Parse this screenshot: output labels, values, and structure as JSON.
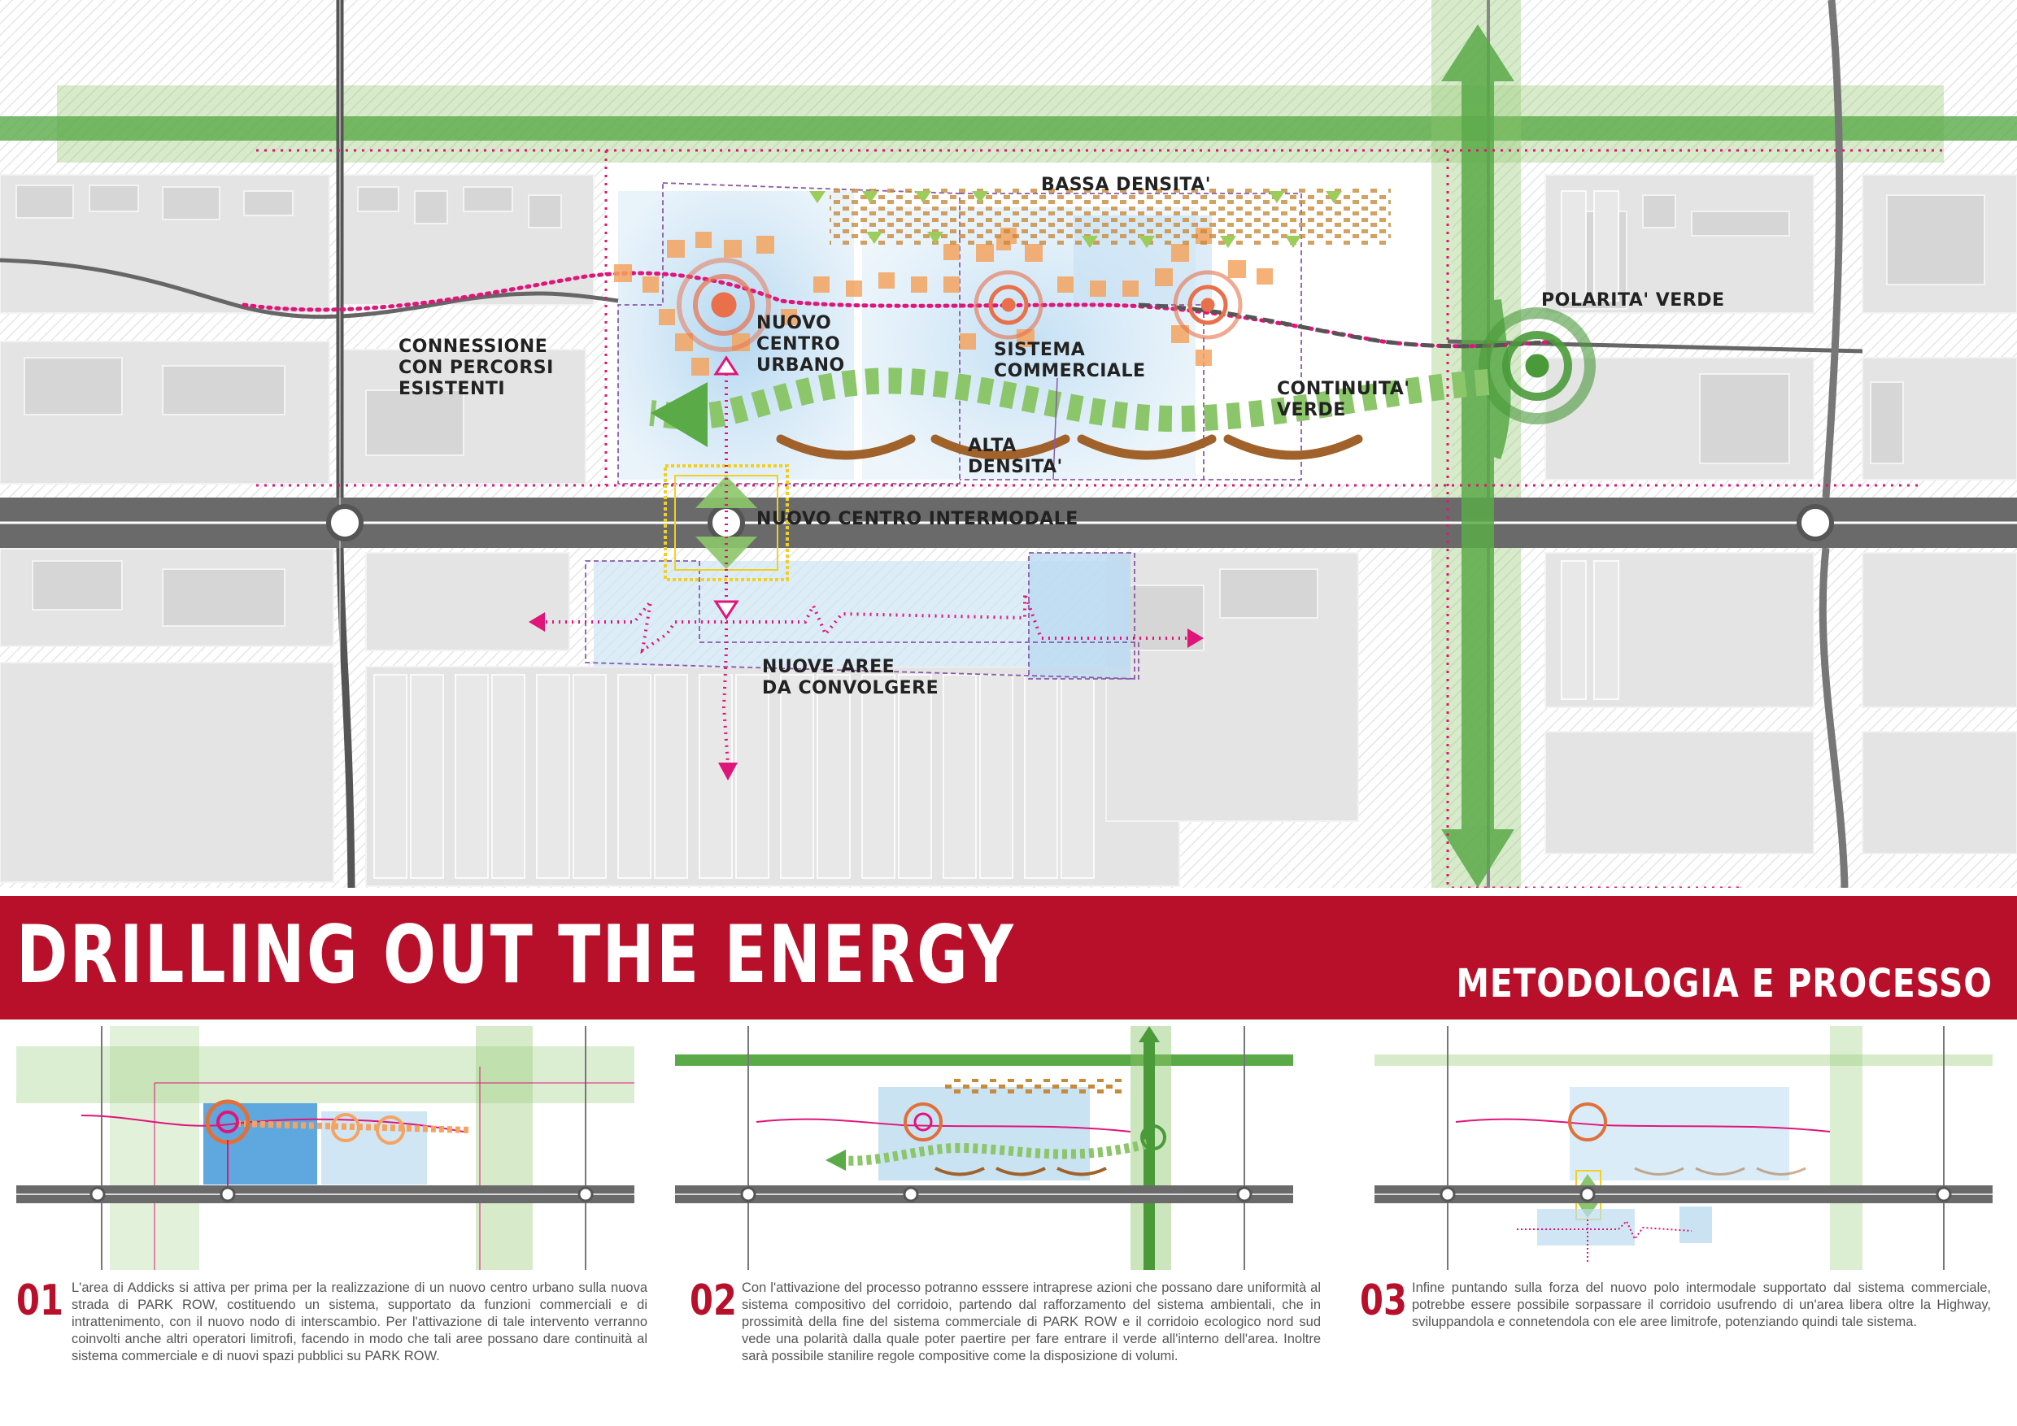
{
  "map": {
    "labels": {
      "bassa_densita": "BASSA DENSITA'",
      "nuovo_centro_urbano": "NUOVO\nCENTRO\nURBANO",
      "sistema_commerciale": "SISTEMA\nCOMMERCIALE",
      "polarita_verde": "POLARITA' VERDE",
      "connessione": "CONNESSIONE\nCON PERCORSI\nESISTENTI",
      "continuita_verde": "CONTINUITA'\nVERDE",
      "alta_densita": "ALTA\nDENSITA'",
      "nuovo_centro_intermodale": "NUOVO CENTRO INTERMODALE",
      "nuove_aree": "NUOVE AREE\nDA CONVOLGERE"
    },
    "colors": {
      "road": "#666666",
      "green_corridor": "#8cc66a",
      "dark_green": "#4a9a3a",
      "magenta": "#e0157a",
      "orange": "#f4a460",
      "blue_area": "#bcdcf0",
      "brown": "#a0622a",
      "building_gray": "#e6e6e6"
    }
  },
  "banner": {
    "title": "DRILLING OUT  THE ENERGY",
    "subtitle": "METODOLOGIA E PROCESSO",
    "color": "#b8102a"
  },
  "steps": [
    {
      "number": "01",
      "text": "L'area di Addicks si attiva per prima per la realizzazione di un nuovo centro urbano sulla nuova strada di PARK ROW, costituendo un sistema, supportato da funzioni commerciali e di intrattenimento, con il nuovo nodo di interscambio. Per l'attivazione di tale intervento verranno coinvolti anche altri operatori limitrofi, facendo in modo che tali aree possano dare continuità al sistema commerciale e di nuovi spazi pubblici su PARK ROW."
    },
    {
      "number": "02",
      "text": "Con l'attivazione del processo potranno esssere intraprese azioni che possano dare uniformità al sistema compositivo del corridoio, partendo dal rafforzamento del sistema ambientali, che in prossimità della fine del sistema commerciale di PARK ROW e il corridoio ecologico nord sud vede una polarità dalla quale poter paertire per fare entrare il verde all'interno dell'area. Inoltre sarà possibile stanilire regole compositive come la disposizione di volumi."
    },
    {
      "number": "03",
      "text": "Infine puntando sulla forza del nuovo polo intermodale supportato dal sistema commerciale, potrebbe essere possibile sorpassare il corridoio usufrendo di un'area libera oltre la Highway, sviluppandola e connetendola con ele aree limitrofe, potenziando quindi tale sistema."
    }
  ]
}
